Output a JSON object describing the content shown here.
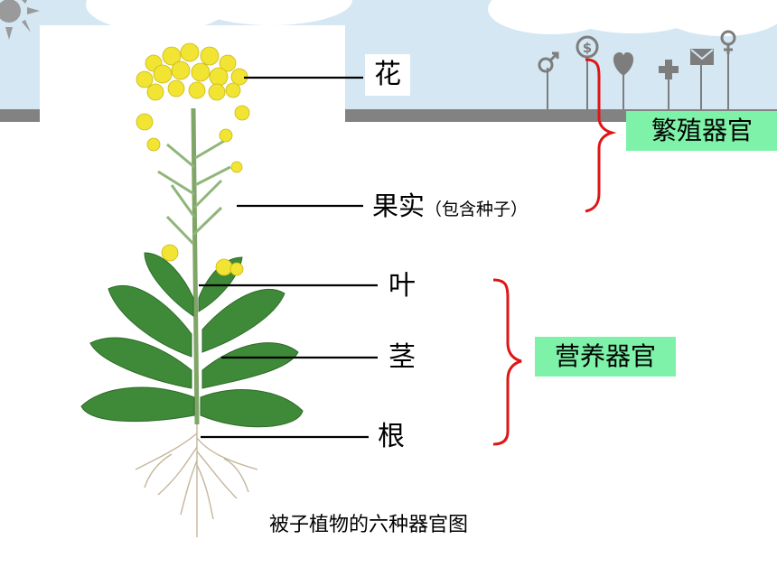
{
  "colors": {
    "sky": "#d4e7f3",
    "cloud": "#ffffff",
    "ground": "#828282",
    "pole": "#7d7d7d",
    "bracket": "#e01414",
    "label_fill": "#7ef2a8",
    "leaf": "#3f8a38",
    "flower": "#f1e432"
  },
  "icons": [
    "sun-icon",
    "male-icon",
    "dollar-icon",
    "heart-icon",
    "plus-icon",
    "mail-icon",
    "female-icon"
  ],
  "labels": {
    "flower": "花",
    "fruit": "果实",
    "fruit_note": "（包含种子）",
    "leaf": "叶",
    "stem": "茎",
    "root": "根"
  },
  "groups": {
    "reproductive": "繁殖器官",
    "vegetative": "营养器官"
  },
  "caption": "被子植物的六种器官图"
}
